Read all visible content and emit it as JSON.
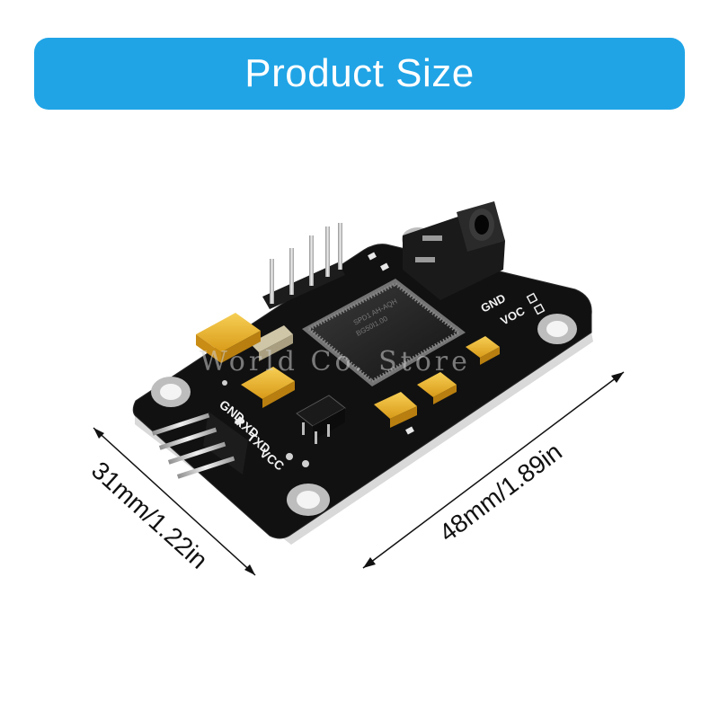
{
  "banner": {
    "title": "Product Size"
  },
  "dimensions": {
    "width_label": "31mm/1.22in",
    "length_label": "48mm/1.89in"
  },
  "board": {
    "pin_labels": [
      "GND",
      "RXD",
      "TXD",
      "VCC"
    ],
    "top_labels": [
      "GND",
      "VOC"
    ],
    "watermark": "World Co. Store"
  },
  "colors": {
    "banner": "#20a4e6",
    "pcb": "#111111",
    "capacitor": "#e8b42a",
    "pins": "#c8c8c8"
  }
}
